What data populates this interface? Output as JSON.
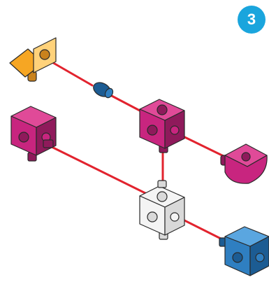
{
  "step": {
    "number": "3"
  },
  "colors": {
    "badge": "#1aa5dd",
    "connector_line": "#e2232e",
    "magenta": "#c8257f",
    "magenta_light": "#e04a98",
    "magenta_dark": "#8f1a5b",
    "orange": "#f6a623",
    "orange_light": "#ffd27a",
    "orange_dark": "#c9821c",
    "blue": "#2f7fc1",
    "blue_light": "#5aa6e0",
    "blue_dark": "#1c5c93",
    "white_cube": "#f4f4f4",
    "white_cube_shade": "#d9d9d9",
    "outline": "#2a2a2a"
  },
  "parts": [
    {
      "id": "orange-wedge-connector",
      "color": "orange"
    },
    {
      "id": "navy-pin-connector",
      "color": "blue_dark"
    },
    {
      "id": "magenta-cube-left",
      "color": "magenta"
    },
    {
      "id": "magenta-cube-center",
      "color": "magenta"
    },
    {
      "id": "magenta-wedge-connector",
      "color": "magenta"
    },
    {
      "id": "white-cube",
      "color": "white_cube"
    },
    {
      "id": "blue-cube",
      "color": "blue"
    }
  ]
}
